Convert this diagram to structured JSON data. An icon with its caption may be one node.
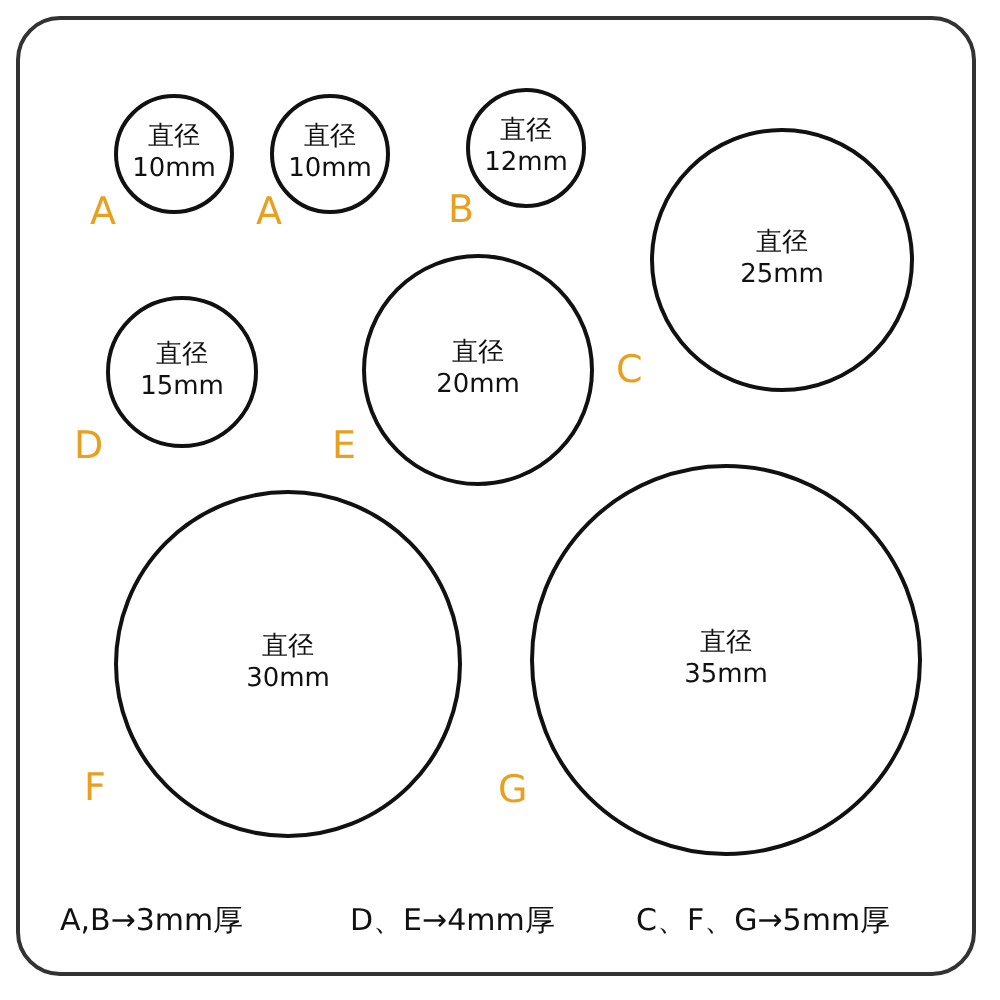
{
  "diagram": {
    "nodes": [
      {
        "text": [
          "直径",
          "10mm"
        ],
        "beside": [
          "A"
        ]
      },
      {
        "text": [
          "直径",
          "10mm"
        ],
        "beside": [
          "A"
        ]
      },
      {
        "text": [
          "直径",
          "12mm"
        ],
        "beside": [
          "B"
        ]
      },
      {
        "text": [
          "直径",
          "25mm"
        ],
        "beside": [
          "C"
        ]
      },
      {
        "text": [
          "直径",
          "15mm"
        ],
        "beside": [
          "D"
        ]
      },
      {
        "text": [
          "直径",
          "20mm"
        ],
        "beside": [
          "E"
        ]
      },
      {
        "text": [
          "直径",
          "30mm"
        ],
        "beside": [
          "F"
        ]
      },
      {
        "text": [
          "直径",
          "35mm"
        ],
        "beside": [
          "G"
        ]
      }
    ],
    "edges": [],
    "labels": [
      "A,B→3mm厚",
      "D、E→4mm厚",
      "C、F、G→5mm厚"
    ]
  }
}
